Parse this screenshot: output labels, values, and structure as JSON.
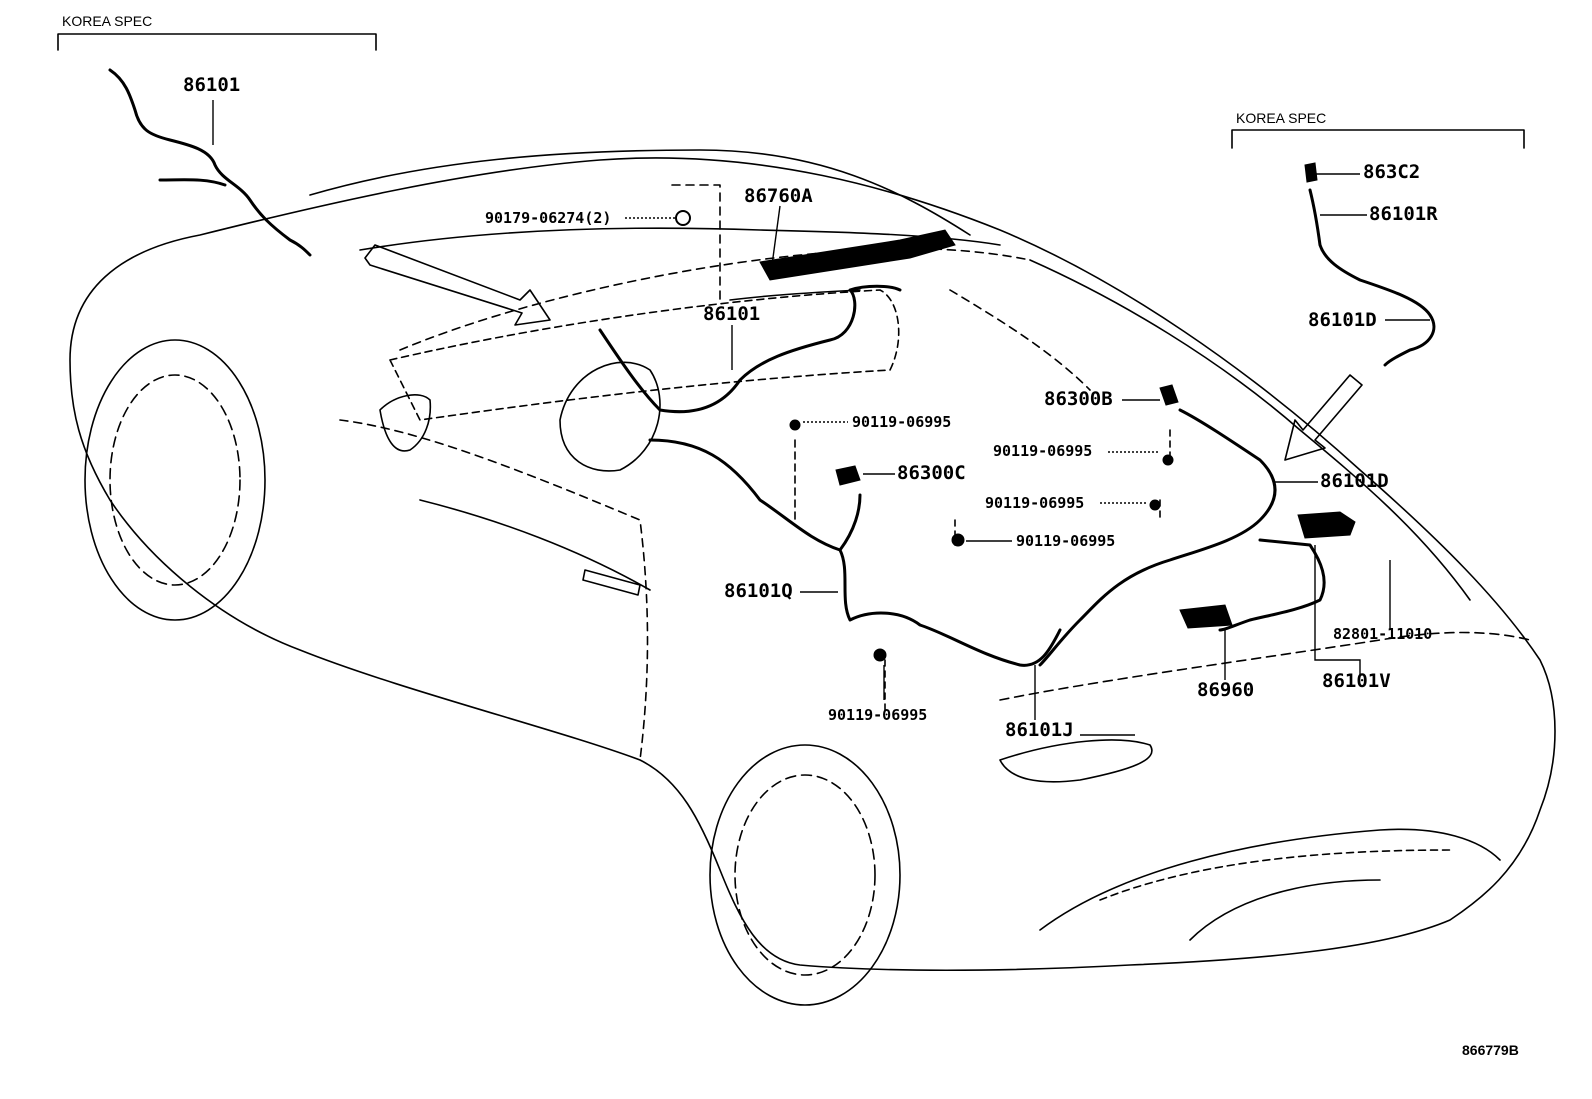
{
  "spec_labels": {
    "left": "KOREA SPEC",
    "right": "KOREA SPEC"
  },
  "callouts": {
    "p86101_top": "86101",
    "p86760A": "86760A",
    "p90179": "90179-06274(2)",
    "p86101_mid": "86101",
    "p90119_a": "90119-06995",
    "p86300B": "86300B",
    "p90119_b": "90119-06995",
    "p86300C": "86300C",
    "p90119_c": "90119-06995",
    "p90119_d": "90119-06995",
    "p86101Q": "86101Q",
    "p863C2": "863C2",
    "p86101R": "86101R",
    "p86101D_top": "86101D",
    "p86101D_mid": "86101D",
    "p82801": "82801-11010",
    "p86960": "86960",
    "p86101V": "86101V",
    "p90119_e": "90119-06995",
    "p86101J": "86101J"
  },
  "document_number": "866779B"
}
